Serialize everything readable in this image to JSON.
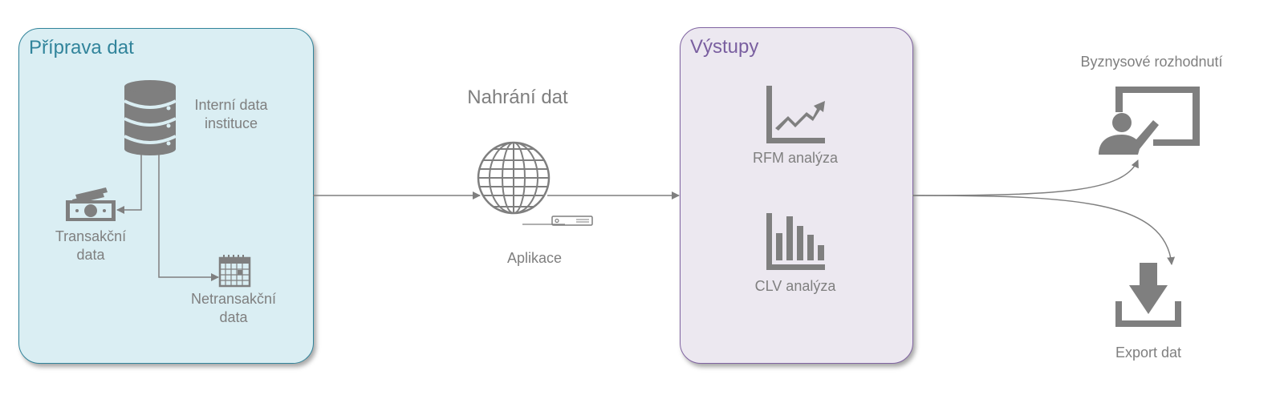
{
  "sections": {
    "priprava": {
      "title": "Příprava dat"
    },
    "vystupy": {
      "title": "Výstupy"
    }
  },
  "nodes": {
    "interni": "Interní data\ninstituce",
    "transakcni": "Transakční\ndata",
    "netransakcni": "Netransakční\ndata",
    "nahrani": "Nahrání dat",
    "aplikace": "Aplikace",
    "rfm": "RFM analýza",
    "clv": "CLV analýza",
    "byznys": "Byznysové rozhodnutí",
    "export": "Export dat"
  },
  "icons": {
    "database": "database-icon",
    "money": "money-icon",
    "calendar": "calendar-icon",
    "globe": "globe-icon",
    "server": "server-icon",
    "line_chart": "line-chart-icon",
    "bar_chart": "bar-chart-icon",
    "presentation": "presentation-icon",
    "download": "download-icon"
  },
  "colors": {
    "prep_fill": "#daeef3",
    "prep_border": "#31849b",
    "out_fill": "#ece8f0",
    "out_border": "#8064a2",
    "icon_gray": "#7f7f7f"
  }
}
